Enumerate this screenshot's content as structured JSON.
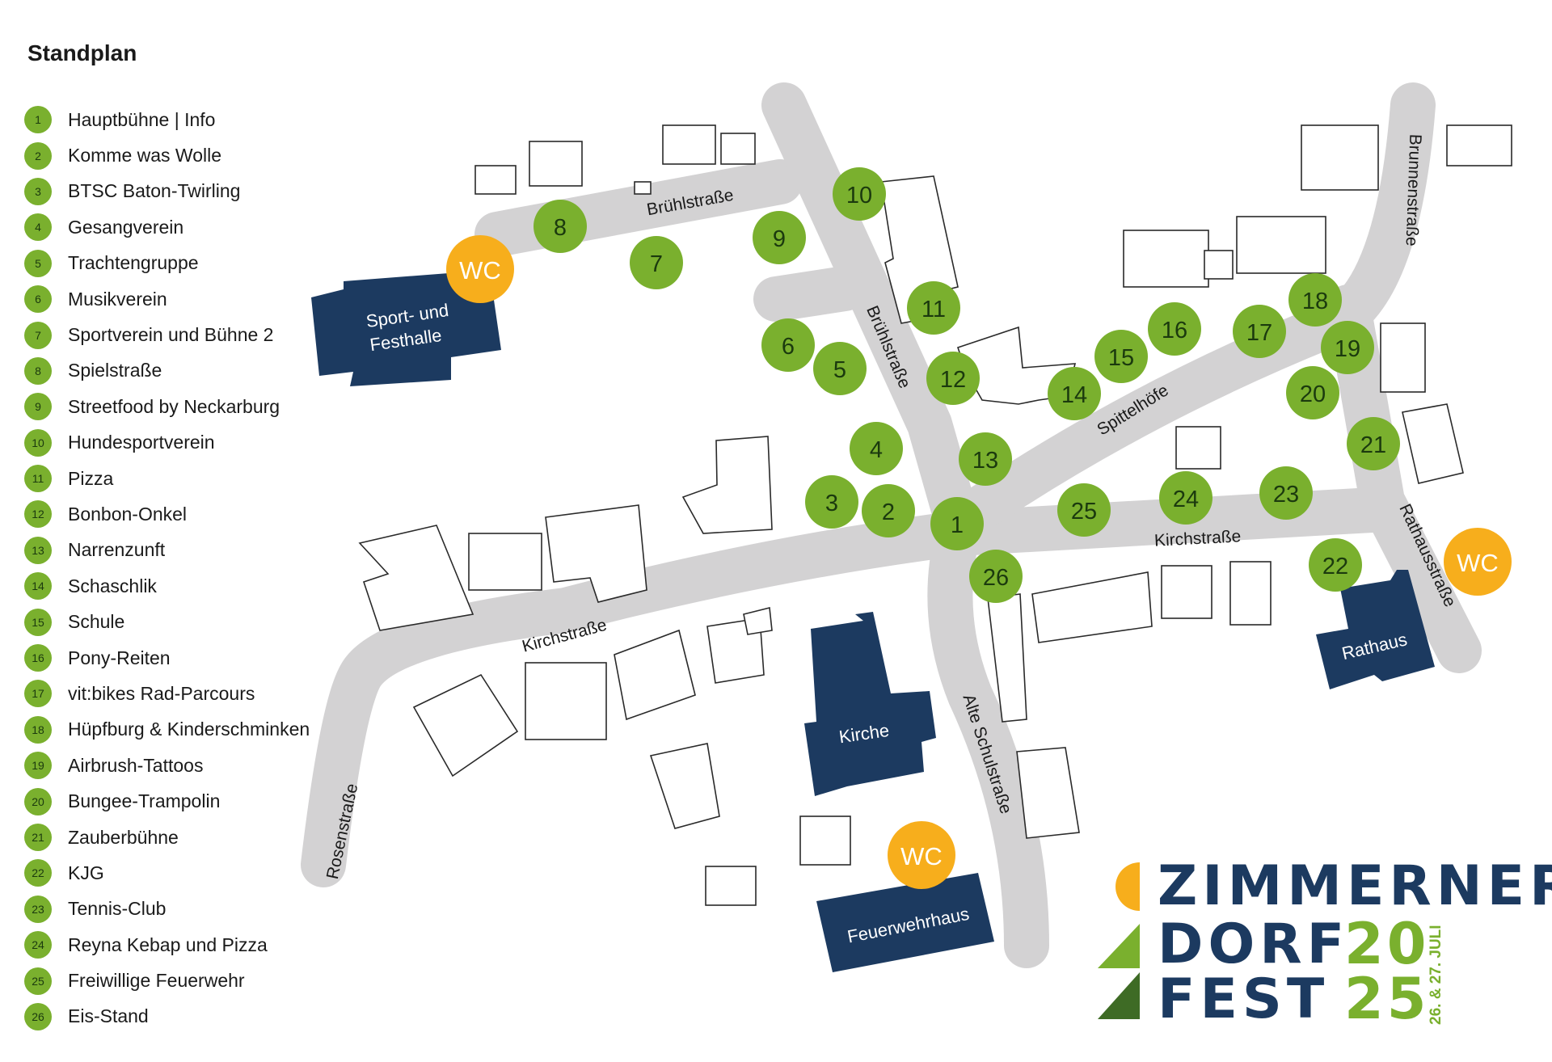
{
  "legend": {
    "title": "Standplan",
    "items": [
      {
        "num": "1",
        "label": "Hauptbühne | Info"
      },
      {
        "num": "2",
        "label": "Komme was Wolle"
      },
      {
        "num": "3",
        "label": "BTSC Baton-Twirling"
      },
      {
        "num": "4",
        "label": "Gesangverein"
      },
      {
        "num": "5",
        "label": "Trachtengruppe"
      },
      {
        "num": "6",
        "label": "Musikverein"
      },
      {
        "num": "7",
        "label": "Sportverein und Bühne 2"
      },
      {
        "num": "8",
        "label": "Spielstraße"
      },
      {
        "num": "9",
        "label": "Streetfood by Neckarburg"
      },
      {
        "num": "10",
        "label": "Hundesportverein"
      },
      {
        "num": "11",
        "label": "Pizza"
      },
      {
        "num": "12",
        "label": "Bonbon-Onkel"
      },
      {
        "num": "13",
        "label": "Narrenzunft"
      },
      {
        "num": "14",
        "label": "Schaschlik"
      },
      {
        "num": "15",
        "label": "Schule"
      },
      {
        "num": "16",
        "label": "Pony-Reiten"
      },
      {
        "num": "17",
        "label": "vit:bikes Rad-Parcours"
      },
      {
        "num": "18",
        "label": "Hüpfburg & Kinderschminken"
      },
      {
        "num": "19",
        "label": "Airbrush-Tattoos"
      },
      {
        "num": "20",
        "label": "Bungee-Trampolin"
      },
      {
        "num": "21",
        "label": "Zauberbühne"
      },
      {
        "num": "22",
        "label": "KJG"
      },
      {
        "num": "23",
        "label": "Tennis-Club"
      },
      {
        "num": "24",
        "label": "Reyna Kebap und Pizza"
      },
      {
        "num": "25",
        "label": "Freiwillige Feuerwehr"
      },
      {
        "num": "26",
        "label": "Eis-Stand"
      }
    ]
  },
  "streets": {
    "bruehl_west": "Brühlstraße",
    "bruehl_north": "Brühlstraße",
    "brunnen": "Brunnenstraße",
    "spittelhoefe": "Spittelhöfe",
    "kirch_east": "Kirchstraße",
    "kirch_west": "Kirchstraße",
    "rathaus": "Rathausstraße",
    "rosen": "Rosenstraße",
    "alte_schul": "Alte Schulstraße"
  },
  "buildings": {
    "sporthalle_l1": "Sport- und",
    "sporthalle_l2": "Festhalle",
    "kirche": "Kirche",
    "rathaus": "Rathaus",
    "feuerwehrhaus": "Feuerwehrhaus"
  },
  "stands": [
    "1",
    "2",
    "3",
    "4",
    "5",
    "6",
    "7",
    "8",
    "9",
    "10",
    "11",
    "12",
    "13",
    "14",
    "15",
    "16",
    "17",
    "18",
    "19",
    "20",
    "21",
    "22",
    "23",
    "24",
    "25",
    "26"
  ],
  "wc_label": "WC",
  "logo": {
    "line1": "ZIMMERNER",
    "line2": "DORF",
    "line3": "FEST",
    "year_top": "20",
    "year_bottom": "25",
    "dates": "26. & 27. JULI"
  },
  "colors": {
    "stand_green": "#7ab02e",
    "wc_orange": "#f7ae1c",
    "building_navy": "#1c3a60",
    "street_gray": "#d3d2d3",
    "logo_dark_green": "#3e6b25"
  }
}
